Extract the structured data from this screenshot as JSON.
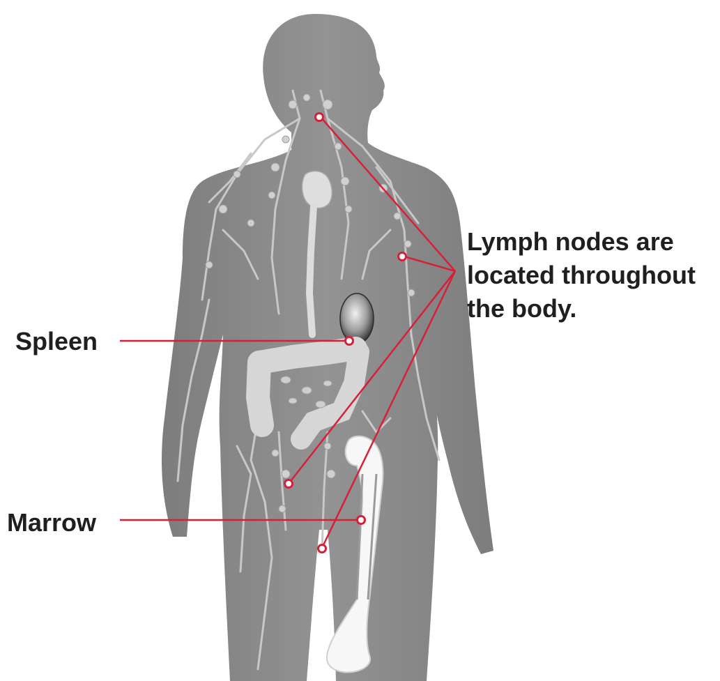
{
  "labels": {
    "spleen": "Spleen",
    "marrow": "Marrow",
    "lymph_line1": "Lymph nodes are",
    "lymph_line2": "located throughout",
    "lymph_line3": "the body."
  },
  "colors": {
    "callout": "#d6203a",
    "body": "#8a8a8a",
    "vessel": "#c4c4c4",
    "organ": "#d9d9d9",
    "text": "#1f1f1f"
  }
}
